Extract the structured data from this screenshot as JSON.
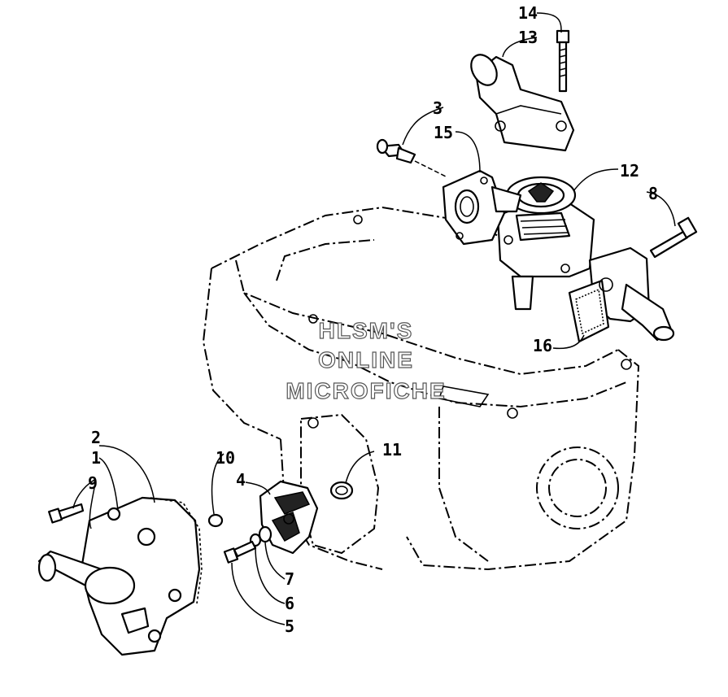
{
  "diagram": {
    "watermark": [
      "HLSM'S",
      "ONLINE",
      "MICROFICHE"
    ],
    "callouts": [
      "1",
      "2",
      "3",
      "4",
      "5",
      "6",
      "7",
      "8",
      "9",
      "10",
      "11",
      "12",
      "13",
      "14",
      "15",
      "16"
    ]
  }
}
